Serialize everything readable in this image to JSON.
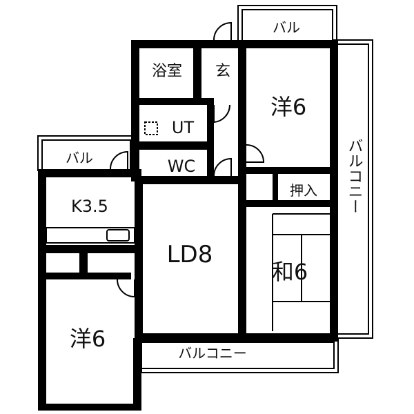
{
  "floor_plan": {
    "rooms": {
      "bath": "浴室",
      "entrance": "玄",
      "western_room_top": "洋6",
      "utility": "UT",
      "toilet": "WC",
      "balcony_left_small": "バル",
      "balcony_top_small": "バル",
      "kitchen": "K3.5",
      "living_dining": "LD8",
      "closet": "押入",
      "japanese_room": "和6",
      "western_room_bottom": "洋6",
      "balcony_bottom": "バルコニー",
      "balcony_right": "バルコニー"
    },
    "colors": {
      "wall": "#000000",
      "background": "#ffffff"
    }
  }
}
